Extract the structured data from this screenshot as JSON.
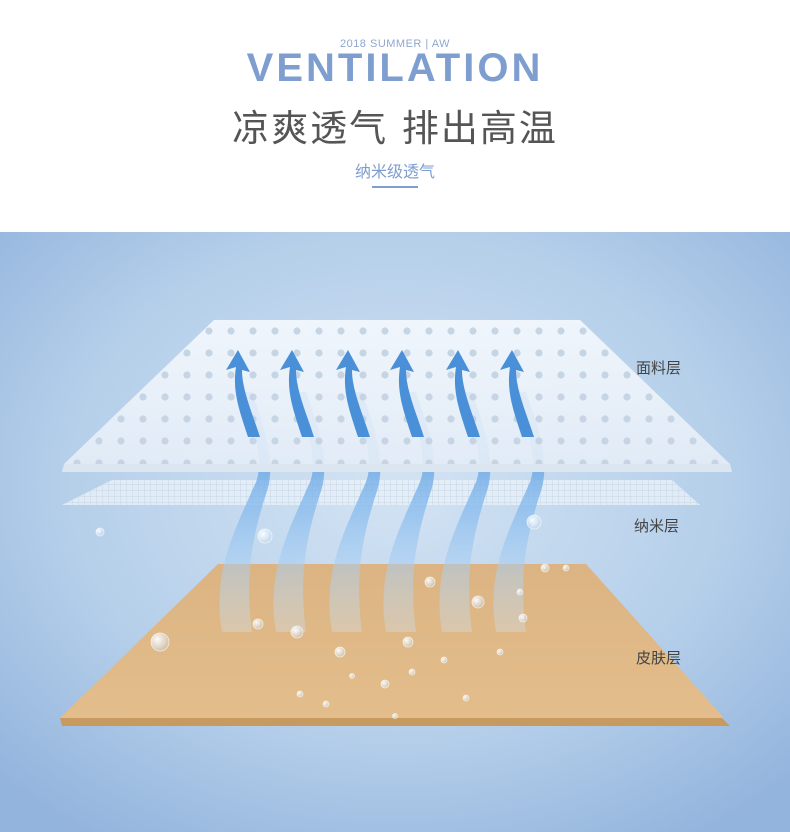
{
  "header": {
    "kicker": "2018 SUMMER | AW",
    "headline": "VENTILATION",
    "title": "凉爽透气 排出高温",
    "subtitle": "纳米级透气"
  },
  "layers": [
    {
      "label": "面料层"
    },
    {
      "label": "纳米层"
    },
    {
      "label": "皮肤层"
    }
  ],
  "colors": {
    "background": "#a9c6e6",
    "fabric": "#eef4fb",
    "fabric_dots": "#c4d3e3",
    "mesh": "#e8f0f8",
    "skin": "#deb784",
    "skin_edge": "#c79a5f",
    "airflow": "#4a90d9",
    "title_blue": "#7f9ed0",
    "title_gray": "#555555"
  },
  "icons": [
    "arrow-up-icon",
    "water-droplet-icon"
  ]
}
